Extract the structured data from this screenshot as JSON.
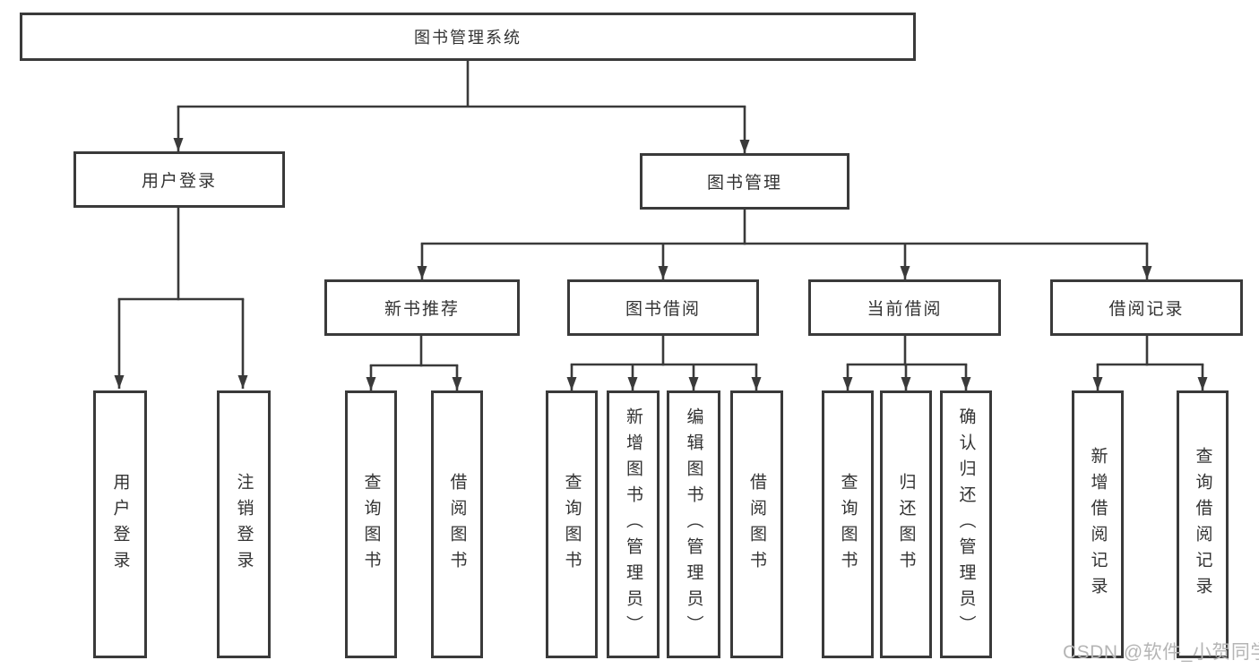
{
  "diagram_title": "图书管理系统",
  "nodes": {
    "root": "图书管理系统",
    "user_login": "用户登录",
    "book_mgmt": "图书管理",
    "new_book_rec": "新书推荐",
    "book_borrow": "图书借阅",
    "current_borrow": "当前借阅",
    "borrow_record": "借阅记录",
    "ul_login": "用户登录",
    "ul_logout": "注销登录",
    "nbr_query": "查询图书",
    "nbr_borrow": "借阅图书",
    "bb_query": "查询图书",
    "bb_add": "新增图书（管理员）",
    "bb_edit": "编辑图书（管理员）",
    "bb_borrow": "借阅图书",
    "cb_query": "查询图书",
    "cb_return": "归还图书",
    "cb_confirm": "确认归还（管理员）",
    "br_add": "新增借阅记录",
    "br_query": "查询借阅记录"
  },
  "hierarchy": {
    "图书管理系统": [
      "用户登录",
      "图书管理"
    ],
    "用户登录": [
      "用户登录",
      "注销登录"
    ],
    "图书管理": [
      "新书推荐",
      "图书借阅",
      "当前借阅",
      "借阅记录"
    ],
    "新书推荐": [
      "查询图书",
      "借阅图书"
    ],
    "图书借阅": [
      "查询图书",
      "新增图书（管理员）",
      "编辑图书（管理员）",
      "借阅图书"
    ],
    "当前借阅": [
      "查询图书",
      "归还图书",
      "确认归还（管理员）"
    ],
    "借阅记录": [
      "新增借阅记录",
      "查询借阅记录"
    ]
  },
  "watermark": "CSDN @软件_小贺同学",
  "colors": {
    "line": "#3a3a3a",
    "text": "#333333",
    "box-bg": "#ffffff",
    "watermark": "#b5b5b5",
    "bg": "#ffffff"
  }
}
